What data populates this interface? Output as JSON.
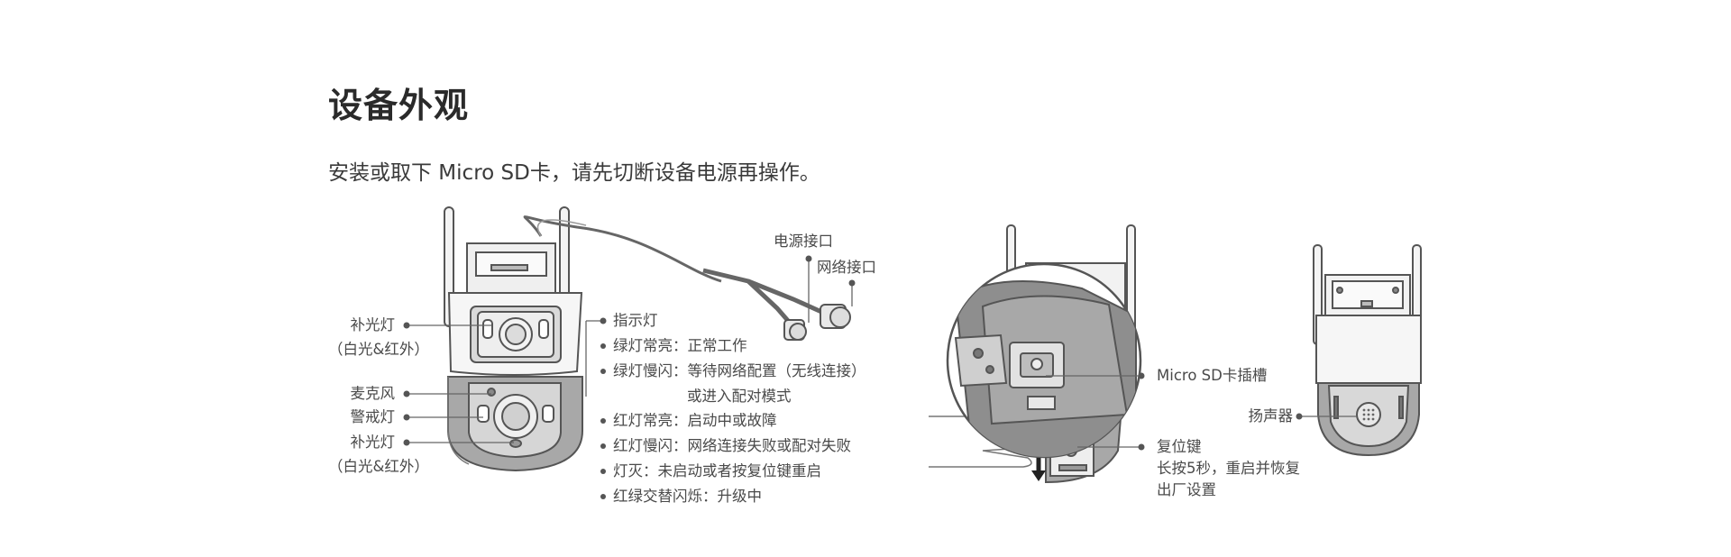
{
  "page": {
    "title": "设备外观",
    "subtitle": "安装或取下 Micro SD卡，请先切断设备电源再操作。"
  },
  "figure1": {
    "fill_light_top": "补光灯",
    "fill_light_top_note": "（白光&红外）",
    "microphone": "麦克风",
    "warning_light": "警戒灯",
    "fill_light_bottom": "补光灯",
    "fill_light_bottom_note": "（白光&红外）",
    "power_port": "电源接口",
    "network_port": "网络接口",
    "indicator": "指示灯",
    "indicator_states": [
      {
        "state": "绿灯常亮：",
        "meaning": "正常工作"
      },
      {
        "state": "绿灯慢闪：",
        "meaning": "等待网络配置（无线连接）"
      },
      {
        "state": "",
        "meaning": "或进入配对模式"
      },
      {
        "state": "红灯常亮：",
        "meaning": "启动中或故障"
      },
      {
        "state": "红灯慢闪：",
        "meaning": "网络连接失败或配对失败"
      },
      {
        "state": "灯灭：",
        "meaning": "未启动或者按复位键重启"
      },
      {
        "state": "红绿交替闪烁：",
        "meaning": "升级中"
      }
    ]
  },
  "figure2": {
    "sd_slot": "Micro SD卡插槽",
    "reset_key": "复位键",
    "reset_note_1": "长按5秒，重启并恢复",
    "reset_note_2": "出厂设置"
  },
  "figure3": {
    "speaker": "扬声器"
  }
}
